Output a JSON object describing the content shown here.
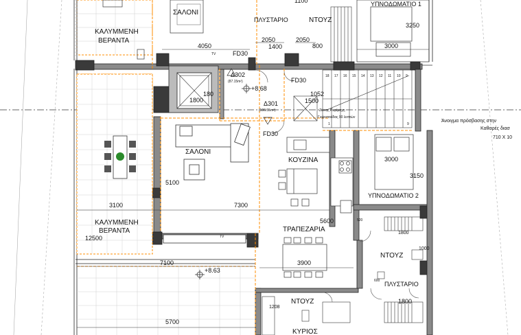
{
  "rooms": {
    "saloni_top": "ΣΑΛΟΝΙ",
    "veranta_top_1": "ΚΑΛΥΜΜΕΝΗ",
    "veranta_top_2": "ΒΕΡΑΝΤΑ",
    "plystario_top": "ΠΛΥΣΤΑΡΙΟ",
    "ntouz_top": "ΝΤΟΥΖ",
    "ypnodomatio_1": "ΥΠΝΟΔΩΜΑΤΙΟ 1",
    "saloni": "ΣΑΛΟΝΙ",
    "kouzina": "ΚΟΥΖΙΝΑ",
    "ypnodomatio_2": "ΥΠΝΟΔΩΜΑΤΙΟ 2",
    "veranta_1": "ΚΑΛΥΜΜΕΝΗ",
    "veranta_2": "ΒΕΡΑΝΤΑ",
    "trapezaria": "ΤΡΑΠΕΖΑΡΙΑ",
    "ntouz_mid": "ΝΤΟΥΖ",
    "plystario_mid": "ΠΛΥΣΤΑΡΙΟ",
    "ntouz_bottom": "ΝΤΟΥΖ",
    "kyrios": "ΚΥΡΙΟΣ"
  },
  "dimensions": {
    "d4050": "4050",
    "d2050a": "2050",
    "d1400": "1400",
    "d2050b": "2050",
    "d800": "800",
    "d3000_top": "3000",
    "d3250": "3250",
    "d1100": "1100",
    "d180": "180",
    "d1800_lift": "1800",
    "d1052": "1052",
    "d1500": "1500",
    "d5100": "5100",
    "d3000_b2": "3000",
    "d3150": "3150",
    "d3100": "3100",
    "d7300": "7300",
    "d5600": "5600",
    "d12500": "12500",
    "d7100": "7100",
    "d3900": "3900",
    "d1800_mid": "1800",
    "d1208": "1208",
    "d1800_low": "1800",
    "d5700": "5700",
    "d1000": "1000"
  },
  "tags": {
    "fd30_a": "FD30",
    "fd30_b": "FD30",
    "fd30_c": "FD30",
    "delta302": "Δ302",
    "area302": "(87.15m²)",
    "level_868": "+8.68",
    "delta301": "Δ301",
    "area301": "(106.55m²)",
    "level_863": "+8.63",
    "tv": "TV",
    "tv2": "TV",
    "fire_note_1": "Ζώνης Πυρίμαχη",
    "fire_note_2": "Γυψοσανίδας 90 λεπτών",
    "note_1": "Άνοιγμα πρόσβασης στην",
    "note_2": "Καθαρές διασ",
    "note_3": "710 Χ 10",
    "stair_numbers": [
      "18",
      "17",
      "16",
      "15",
      "14",
      "13",
      "12",
      "11",
      "10",
      "9"
    ],
    "stair_low_1": "1",
    "stair_low_9": "9",
    "num_520": "520",
    "num_600": "600"
  }
}
